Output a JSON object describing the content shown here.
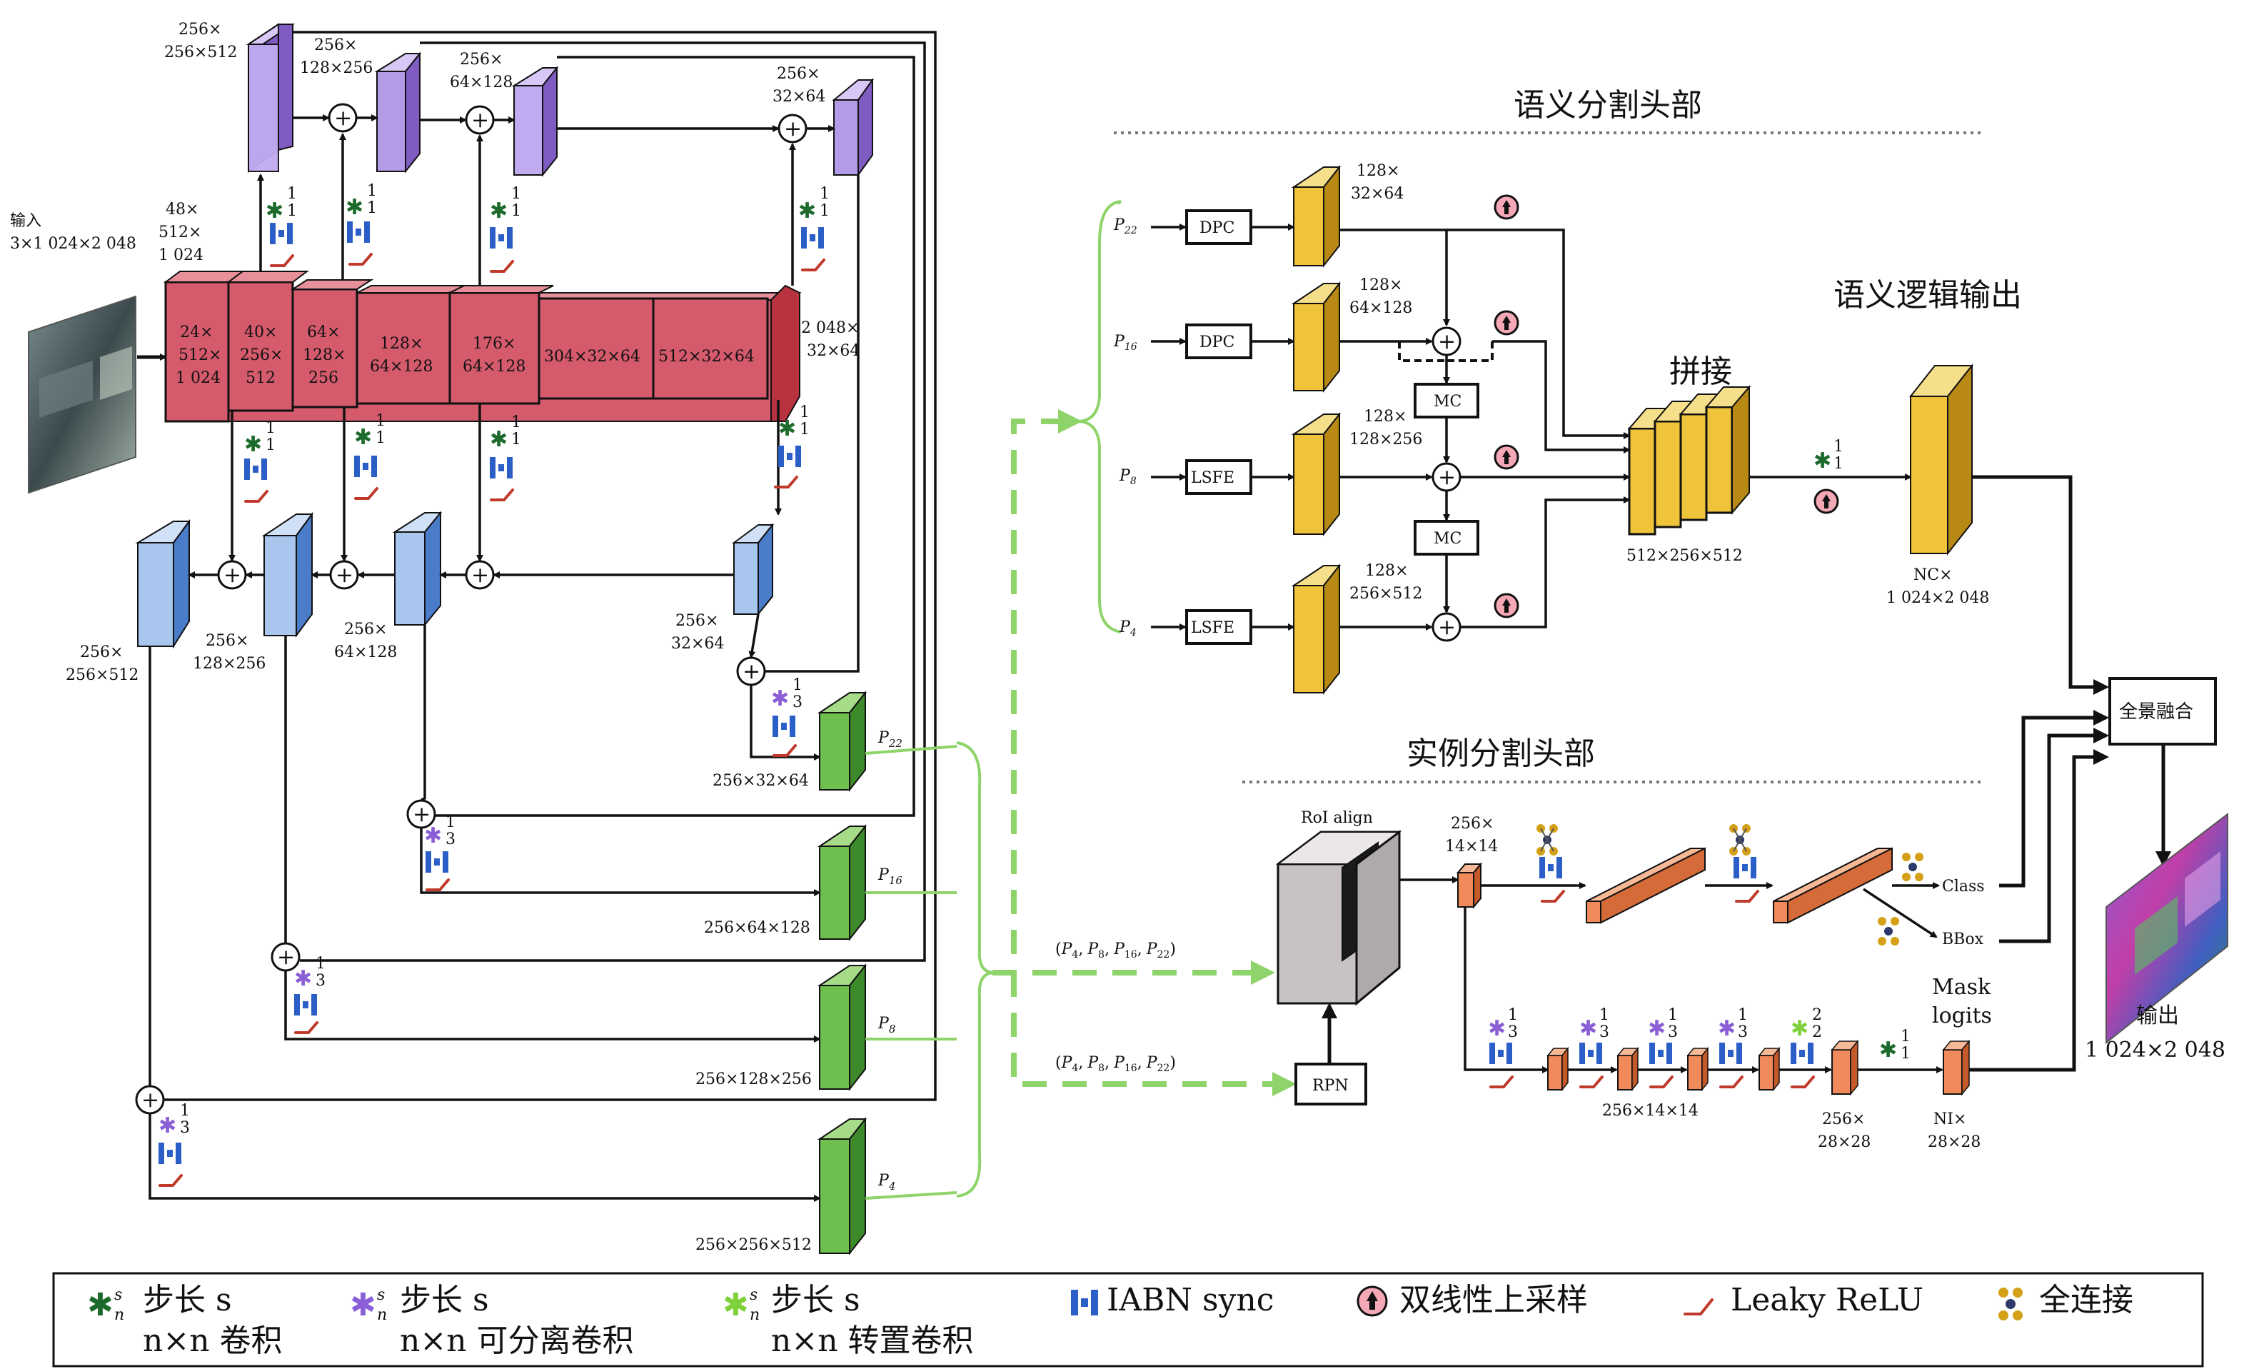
{
  "input": {
    "label1": "输入",
    "label2": "3×1 024×2 048"
  },
  "encoder": {
    "top_stream": [
      {
        "l1": "256×",
        "l2": "256×512"
      },
      {
        "l1": "256×",
        "l2": "128×256"
      },
      {
        "l1": "256×",
        "l2": "64×128"
      },
      {
        "l1": "256×",
        "l2": "32×64"
      }
    ],
    "first_label": {
      "l1": "48×",
      "l2": "512×",
      "l3": "1 024"
    },
    "blocks": [
      {
        "l1": "24×",
        "l2": "512×",
        "l3": "1 024"
      },
      {
        "l1": "40×",
        "l2": "256×",
        "l3": "512"
      },
      {
        "l1": "64×",
        "l2": "128×",
        "l3": "256"
      },
      {
        "l1": "128×",
        "l2": "64×128",
        "l3": ""
      },
      {
        "l1": "176×",
        "l2": "64×128",
        "l3": ""
      },
      {
        "l1": "304×32×64",
        "l2": "",
        "l3": ""
      },
      {
        "l1": "512×32×64",
        "l2": "",
        "l3": ""
      }
    ],
    "last_label": {
      "l1": "2 048×",
      "l2": "32×64"
    }
  },
  "bottom_stream": [
    {
      "l1": "256×",
      "l2": "256×512"
    },
    {
      "l1": "256×",
      "l2": "128×256"
    },
    {
      "l1": "256×",
      "l2": "64×128"
    },
    {
      "l1": "256×",
      "l2": "32×64"
    }
  ],
  "outputs": [
    {
      "name": "P22",
      "base": "P",
      "sub": "22",
      "size": "256×32×64"
    },
    {
      "name": "P16",
      "base": "P",
      "sub": "16",
      "size": "256×64×128"
    },
    {
      "name": "P8",
      "base": "P",
      "sub": "8",
      "size": "256×128×256"
    },
    {
      "name": "P4",
      "base": "P",
      "sub": "4",
      "size": "256×256×512"
    }
  ],
  "conv_params": {
    "one": "1",
    "three": "3",
    "two": "2"
  },
  "semantic_head": {
    "title": "语义分割头部",
    "modules": [
      {
        "input": "P",
        "sub": "22",
        "module": "DPC",
        "size1": "128×",
        "size2": "32×64"
      },
      {
        "input": "P",
        "sub": "16",
        "module": "DPC",
        "size1": "128×",
        "size2": "64×128"
      },
      {
        "input": "P",
        "sub": "8",
        "module": "LSFE",
        "size1": "128×",
        "size2": "128×256"
      },
      {
        "input": "P",
        "sub": "4",
        "module": "LSFE",
        "size1": "128×",
        "size2": "256×512"
      }
    ],
    "mc_label": "MC",
    "concat_label": "拼接",
    "concat_size": "512×256×512",
    "logits_title": "语义逻辑输出",
    "logits_size1": "NC×",
    "logits_size2": "1 024×2 048"
  },
  "instance_head": {
    "title": "实例分割头部",
    "roi_label": "RoI align",
    "rpn_label": "RPN",
    "p_tuple": "(P4, P8, P16, P22)",
    "p_tuple_parts": {
      "open": "(",
      "p": "P",
      "s4": "4",
      "s8": "8",
      "s16": "16",
      "s22": "22",
      "close": ")",
      "sep": ","
    },
    "roi_size1": "256×",
    "roi_size2": "14×14",
    "class_label": "Class",
    "bbox_label": "BBox",
    "mask_size": "256×14×14",
    "mask_up_size1": "256×",
    "mask_up_size2": "28×28",
    "mask_logits1": "Mask",
    "mask_logits2": "logits",
    "mask_out1": "NI×",
    "mask_out2": "28×28"
  },
  "fusion": {
    "label": "全景融合"
  },
  "output": {
    "label1": "输出",
    "label2": "1 024×2 048"
  },
  "legend": [
    {
      "icon": "conv-icon",
      "line1": "步长 s",
      "line2": "n×n 卷积"
    },
    {
      "icon": "sep-conv-icon",
      "line1": "步长 s",
      "line2": "n×n 可分离卷积"
    },
    {
      "icon": "transpose-conv-icon",
      "line1": "步长 s",
      "line2": "n×n 转置卷积"
    },
    {
      "icon": "iabn-icon",
      "line1": "IABN sync",
      "line2": ""
    },
    {
      "icon": "upsample-icon",
      "line1": "双线性上采样",
      "line2": ""
    },
    {
      "icon": "relu-icon",
      "line1": "Leaky ReLU",
      "line2": ""
    },
    {
      "icon": "fc-icon",
      "line1": "全连接",
      "line2": ""
    }
  ],
  "legend_symbols": {
    "s": "s",
    "n": "n"
  },
  "colors": {
    "encoder": "#d45a6c",
    "purple": "#a78fd6",
    "blue": "#7ba7e0",
    "green": "#6ec04e",
    "yellow": "#efc43a",
    "orange": "#f08a5a",
    "arrow_green": "#8fd46a"
  }
}
